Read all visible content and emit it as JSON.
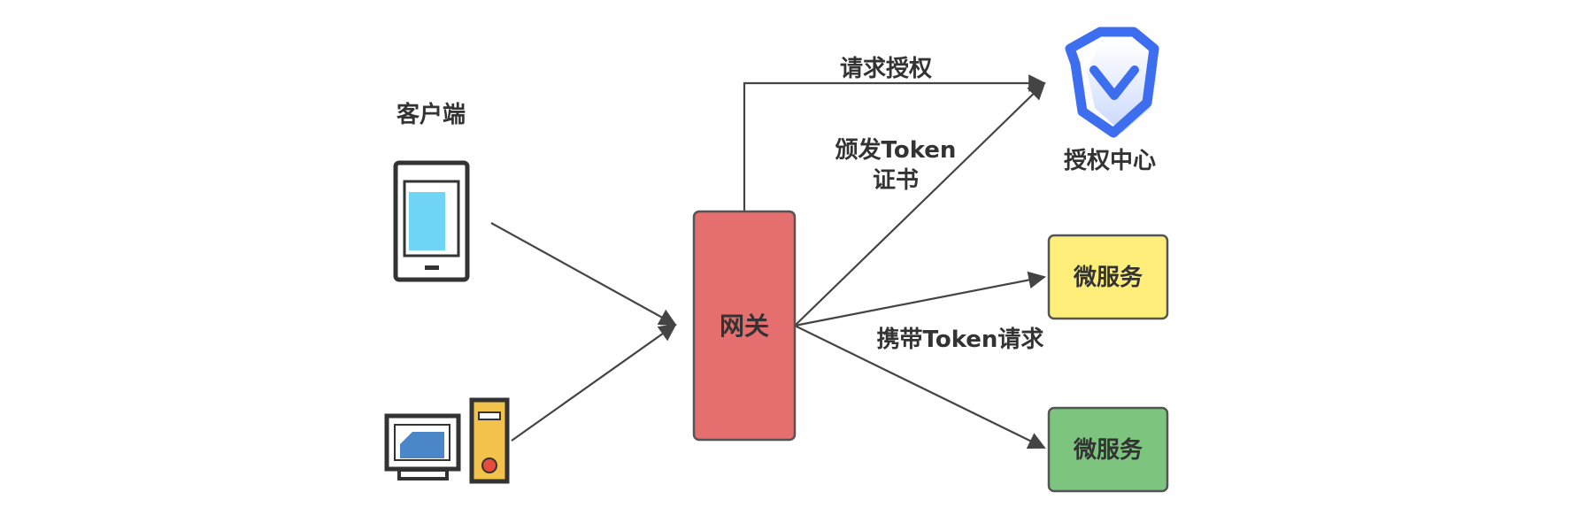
{
  "labels": {
    "client": "客户端",
    "auth_center": "授权中心",
    "request_auth": "请求授权",
    "issue_token_line1": "颁发Token",
    "issue_token_line2": "证书",
    "carry_token_request": "携带Token请求"
  },
  "nodes": {
    "gateway": {
      "label": "网关",
      "color": "#e56f6f"
    },
    "service_top": {
      "label": "微服务",
      "color": "#ffef7a"
    },
    "service_bottom": {
      "label": "微服务",
      "color": "#7dc47f"
    }
  },
  "icons": {
    "client_mobile": "mobile-phone-icon",
    "client_desktop": "desktop-computer-icon",
    "auth_center": "shield-check-icon"
  },
  "colors": {
    "edge": "#444444",
    "box_stroke": "#555555",
    "shield": "#3d6ef0",
    "phone_screen": "#6fd4f5",
    "monitor_screen": "#4a86c8",
    "tower": "#f2c24a"
  }
}
